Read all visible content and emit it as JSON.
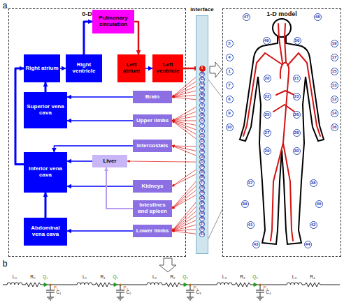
{
  "diagram": {
    "nodes": [
      {
        "text": [
          "0-D model"
        ]
      },
      {
        "text": [
          "Pulmonary circulation"
        ],
        "in": 0
      },
      {
        "text": [
          "Right atrium"
        ],
        "in": 0
      },
      {
        "text": [
          "Right ventricle"
        ],
        "in": 0
      },
      {
        "text": [
          "Left atrium"
        ],
        "in": 0
      },
      {
        "text": [
          "Left ventricle"
        ],
        "in": 0
      },
      {
        "text": [
          "Superior vena cava"
        ],
        "in": 0
      },
      {
        "text": [
          "Brain"
        ],
        "in": 0
      },
      {
        "text": [
          "Upper limbs"
        ],
        "in": 0
      },
      {
        "text": [
          "Intercostals"
        ],
        "in": 0
      },
      {
        "text": [
          "Liver"
        ],
        "in": 0
      },
      {
        "text": [
          "Inferior vena cava"
        ],
        "in": 0
      },
      {
        "text": [
          "Kidneys"
        ],
        "in": 0
      },
      {
        "text": [
          "Intestines and spleen"
        ],
        "in": 0
      },
      {
        "text": [
          "Lower limbs"
        ],
        "in": 0
      },
      {
        "text": [
          "Abdominal vena cava"
        ],
        "in": 0
      },
      {
        "text": [
          "Interface"
        ]
      },
      {
        "text": [
          "1"
        ],
        "in": 16
      },
      {
        "text": [
          "50"
        ],
        "in": 16
      },
      {
        "text": [
          "42"
        ],
        "in": 16
      },
      {
        "text": [
          "44"
        ],
        "in": 16
      },
      {
        "text": [
          "46"
        ],
        "in": 16
      },
      {
        "text": [
          "48"
        ],
        "in": 16
      },
      {
        "text": [
          "49"
        ],
        "in": 16
      },
      {
        "text": [
          "6"
        ],
        "in": 16
      },
      {
        "text": [
          "8"
        ],
        "in": 16
      },
      {
        "text": [
          "10"
        ],
        "in": 16
      },
      {
        "text": [
          "12"
        ],
        "in": 16
      },
      {
        "text": [
          "7"
        ],
        "in": 16
      },
      {
        "text": [
          "9"
        ],
        "in": 16
      },
      {
        "text": [
          "11"
        ],
        "in": 16
      },
      {
        "text": [
          "13"
        ],
        "in": 16
      },
      {
        "text": [
          "14"
        ],
        "in": 16
      },
      {
        "text": [
          "16"
        ],
        "in": 16
      },
      {
        "text": [
          "18"
        ],
        "in": 16
      },
      {
        "text": [
          "22"
        ],
        "in": 16
      },
      {
        "text": [
          "24"
        ],
        "in": 16
      },
      {
        "text": [
          "25"
        ],
        "in": 16
      },
      {
        "text": [
          "26"
        ],
        "in": 16
      },
      {
        "text": [
          "27"
        ],
        "in": 16
      },
      {
        "text": [
          "28"
        ],
        "in": 16
      },
      {
        "text": [
          "29"
        ],
        "in": 16
      },
      {
        "text": [
          "33"
        ],
        "in": 16
      },
      {
        "text": [
          "34"
        ],
        "in": 16
      },
      {
        "text": [
          "36"
        ],
        "in": 16
      },
      {
        "text": [
          "38"
        ],
        "in": 16
      },
      {
        "text": [
          "40"
        ],
        "in": 16
      },
      {
        "text": [
          "37"
        ],
        "in": 16
      },
      {
        "text": [
          "39"
        ],
        "in": 16
      },
      {
        "text": [
          "41"
        ],
        "in": 16
      },
      {
        "text": [
          "1-D model"
        ]
      },
      {
        "text": [
          "5"
        ],
        "in": 50
      },
      {
        "text": [
          "4"
        ],
        "in": 50
      },
      {
        "text": [
          "1"
        ],
        "in": 50
      },
      {
        "text": [
          "7"
        ],
        "in": 50
      },
      {
        "text": [
          "8"
        ],
        "in": 50
      },
      {
        "text": [
          "9"
        ],
        "in": 50
      },
      {
        "text": [
          "10"
        ],
        "in": 50
      },
      {
        "text": [
          "19"
        ],
        "in": 50
      },
      {
        "text": [
          "17"
        ],
        "in": 50
      },
      {
        "text": [
          "15"
        ],
        "in": 50
      },
      {
        "text": [
          "13"
        ],
        "in": 50
      },
      {
        "text": [
          "12"
        ],
        "in": 50
      },
      {
        "text": [
          "14"
        ],
        "in": 50
      },
      {
        "text": [
          "16"
        ],
        "in": 50
      },
      {
        "text": [
          "47"
        ],
        "in": 50
      },
      {
        "text": [
          "48"
        ],
        "in": 50
      },
      {
        "text": [
          "49"
        ],
        "in": 50
      },
      {
        "text": [
          "50"
        ],
        "in": 50
      },
      {
        "text": [
          "20"
        ],
        "in": 50
      },
      {
        "text": [
          "22"
        ],
        "in": 50
      },
      {
        "text": [
          "25"
        ],
        "in": 50
      },
      {
        "text": [
          "27"
        ],
        "in": 50
      },
      {
        "text": [
          "29"
        ],
        "in": 50
      },
      {
        "text": [
          "21"
        ],
        "in": 50
      },
      {
        "text": [
          "23"
        ],
        "in": 50
      },
      {
        "text": [
          "26"
        ],
        "in": 50
      },
      {
        "text": [
          "28"
        ],
        "in": 50
      },
      {
        "text": [
          "30"
        ],
        "in": 50
      },
      {
        "text": [
          "37"
        ],
        "in": 50
      },
      {
        "text": [
          "39"
        ],
        "in": 50
      },
      {
        "text": [
          "41"
        ],
        "in": 50
      },
      {
        "text": [
          "43"
        ],
        "in": 50
      },
      {
        "text": [
          "38"
        ],
        "in": 50
      },
      {
        "text": [
          "40"
        ],
        "in": 50
      },
      {
        "text": [
          "42"
        ],
        "in": 50
      },
      {
        "text": [
          "44"
        ],
        "in": 50
      }
    ],
    "edges": [
      {
        "from": 2,
        "to": 3,
        "arrow": "to"
      },
      {
        "from": 4,
        "to": 5,
        "arrow": "to"
      },
      {
        "from": 3,
        "to": 1,
        "arrow": "to"
      },
      {
        "from": 1,
        "to": 4,
        "arrow": "to"
      },
      {
        "from": 5,
        "to": 17,
        "arrow": "to"
      },
      {
        "from": 6,
        "to": 2,
        "arrow": "to"
      },
      {
        "from": 11,
        "to": 2,
        "arrow": "to"
      },
      {
        "from": 7,
        "to": 6,
        "arrow": "to"
      },
      {
        "from": 8,
        "to": 6,
        "arrow": "to"
      },
      {
        "from": 9,
        "to": 11,
        "arrow": "to"
      },
      {
        "from": 10,
        "to": 11,
        "arrow": "to"
      },
      {
        "from": 12,
        "to": 11,
        "arrow": "to"
      },
      {
        "from": 13,
        "to": 10,
        "arrow": "to"
      },
      {
        "from": 14,
        "to": 15,
        "arrow": "to"
      },
      {
        "from": 15,
        "to": 11,
        "arrow": "to"
      },
      {
        "from": 18,
        "to": 7,
        "arrow": "to"
      },
      {
        "from": 19,
        "to": 7,
        "arrow": "to"
      },
      {
        "from": 20,
        "to": 7,
        "arrow": "to"
      },
      {
        "from": 21,
        "to": 7,
        "arrow": "to"
      },
      {
        "from": 22,
        "to": 7,
        "arrow": "to"
      },
      {
        "from": 23,
        "to": 7,
        "arrow": "to"
      },
      {
        "from": 24,
        "to": 8,
        "arrow": "to"
      },
      {
        "from": 25,
        "to": 8,
        "arrow": "to"
      },
      {
        "from": 26,
        "to": 8,
        "arrow": "to"
      },
      {
        "from": 27,
        "to": 8,
        "arrow": "to"
      },
      {
        "from": 28,
        "to": 8,
        "arrow": "to"
      },
      {
        "from": 29,
        "to": 8,
        "arrow": "to"
      },
      {
        "from": 30,
        "to": 8,
        "arrow": "to"
      },
      {
        "from": 31,
        "to": 8,
        "arrow": "to"
      },
      {
        "from": 32,
        "to": 9,
        "arrow": "to"
      },
      {
        "from": 33,
        "to": 9,
        "arrow": "to"
      },
      {
        "from": 34,
        "to": 9,
        "arrow": "to"
      },
      {
        "from": 35,
        "to": 10,
        "arrow": "to"
      },
      {
        "from": 36,
        "to": 12,
        "arrow": "to"
      },
      {
        "from": 37,
        "to": 12,
        "arrow": "to"
      },
      {
        "from": 38,
        "to": 13,
        "arrow": "to"
      },
      {
        "from": 39,
        "to": 13,
        "arrow": "to"
      },
      {
        "from": 40,
        "to": 13,
        "arrow": "to"
      },
      {
        "from": 41,
        "to": 13,
        "arrow": "to"
      },
      {
        "from": 42,
        "to": 14,
        "arrow": "to"
      },
      {
        "from": 43,
        "to": 14,
        "arrow": "to"
      },
      {
        "from": 44,
        "to": 14,
        "arrow": "to"
      },
      {
        "from": 45,
        "to": 14,
        "arrow": "to"
      },
      {
        "from": 46,
        "to": 14,
        "arrow": "to"
      },
      {
        "from": 47,
        "to": 14,
        "arrow": "to"
      },
      {
        "from": 48,
        "to": 14,
        "arrow": "to"
      },
      {
        "from": 49,
        "to": 14,
        "arrow": "to"
      }
    ],
    "labels": [
      "a",
      "b",
      "L₀",
      "R₀",
      "Q₀",
      "P₁",
      "C₁",
      "L₁",
      "R₁",
      "Q₁",
      "P₂",
      "C₂",
      "L₂",
      "R₂",
      "Q₂",
      "P₃",
      "C₃",
      "L₃",
      "R₃",
      "Q₃",
      "P₄",
      "C₄",
      "L₄",
      "R₄"
    ]
  }
}
